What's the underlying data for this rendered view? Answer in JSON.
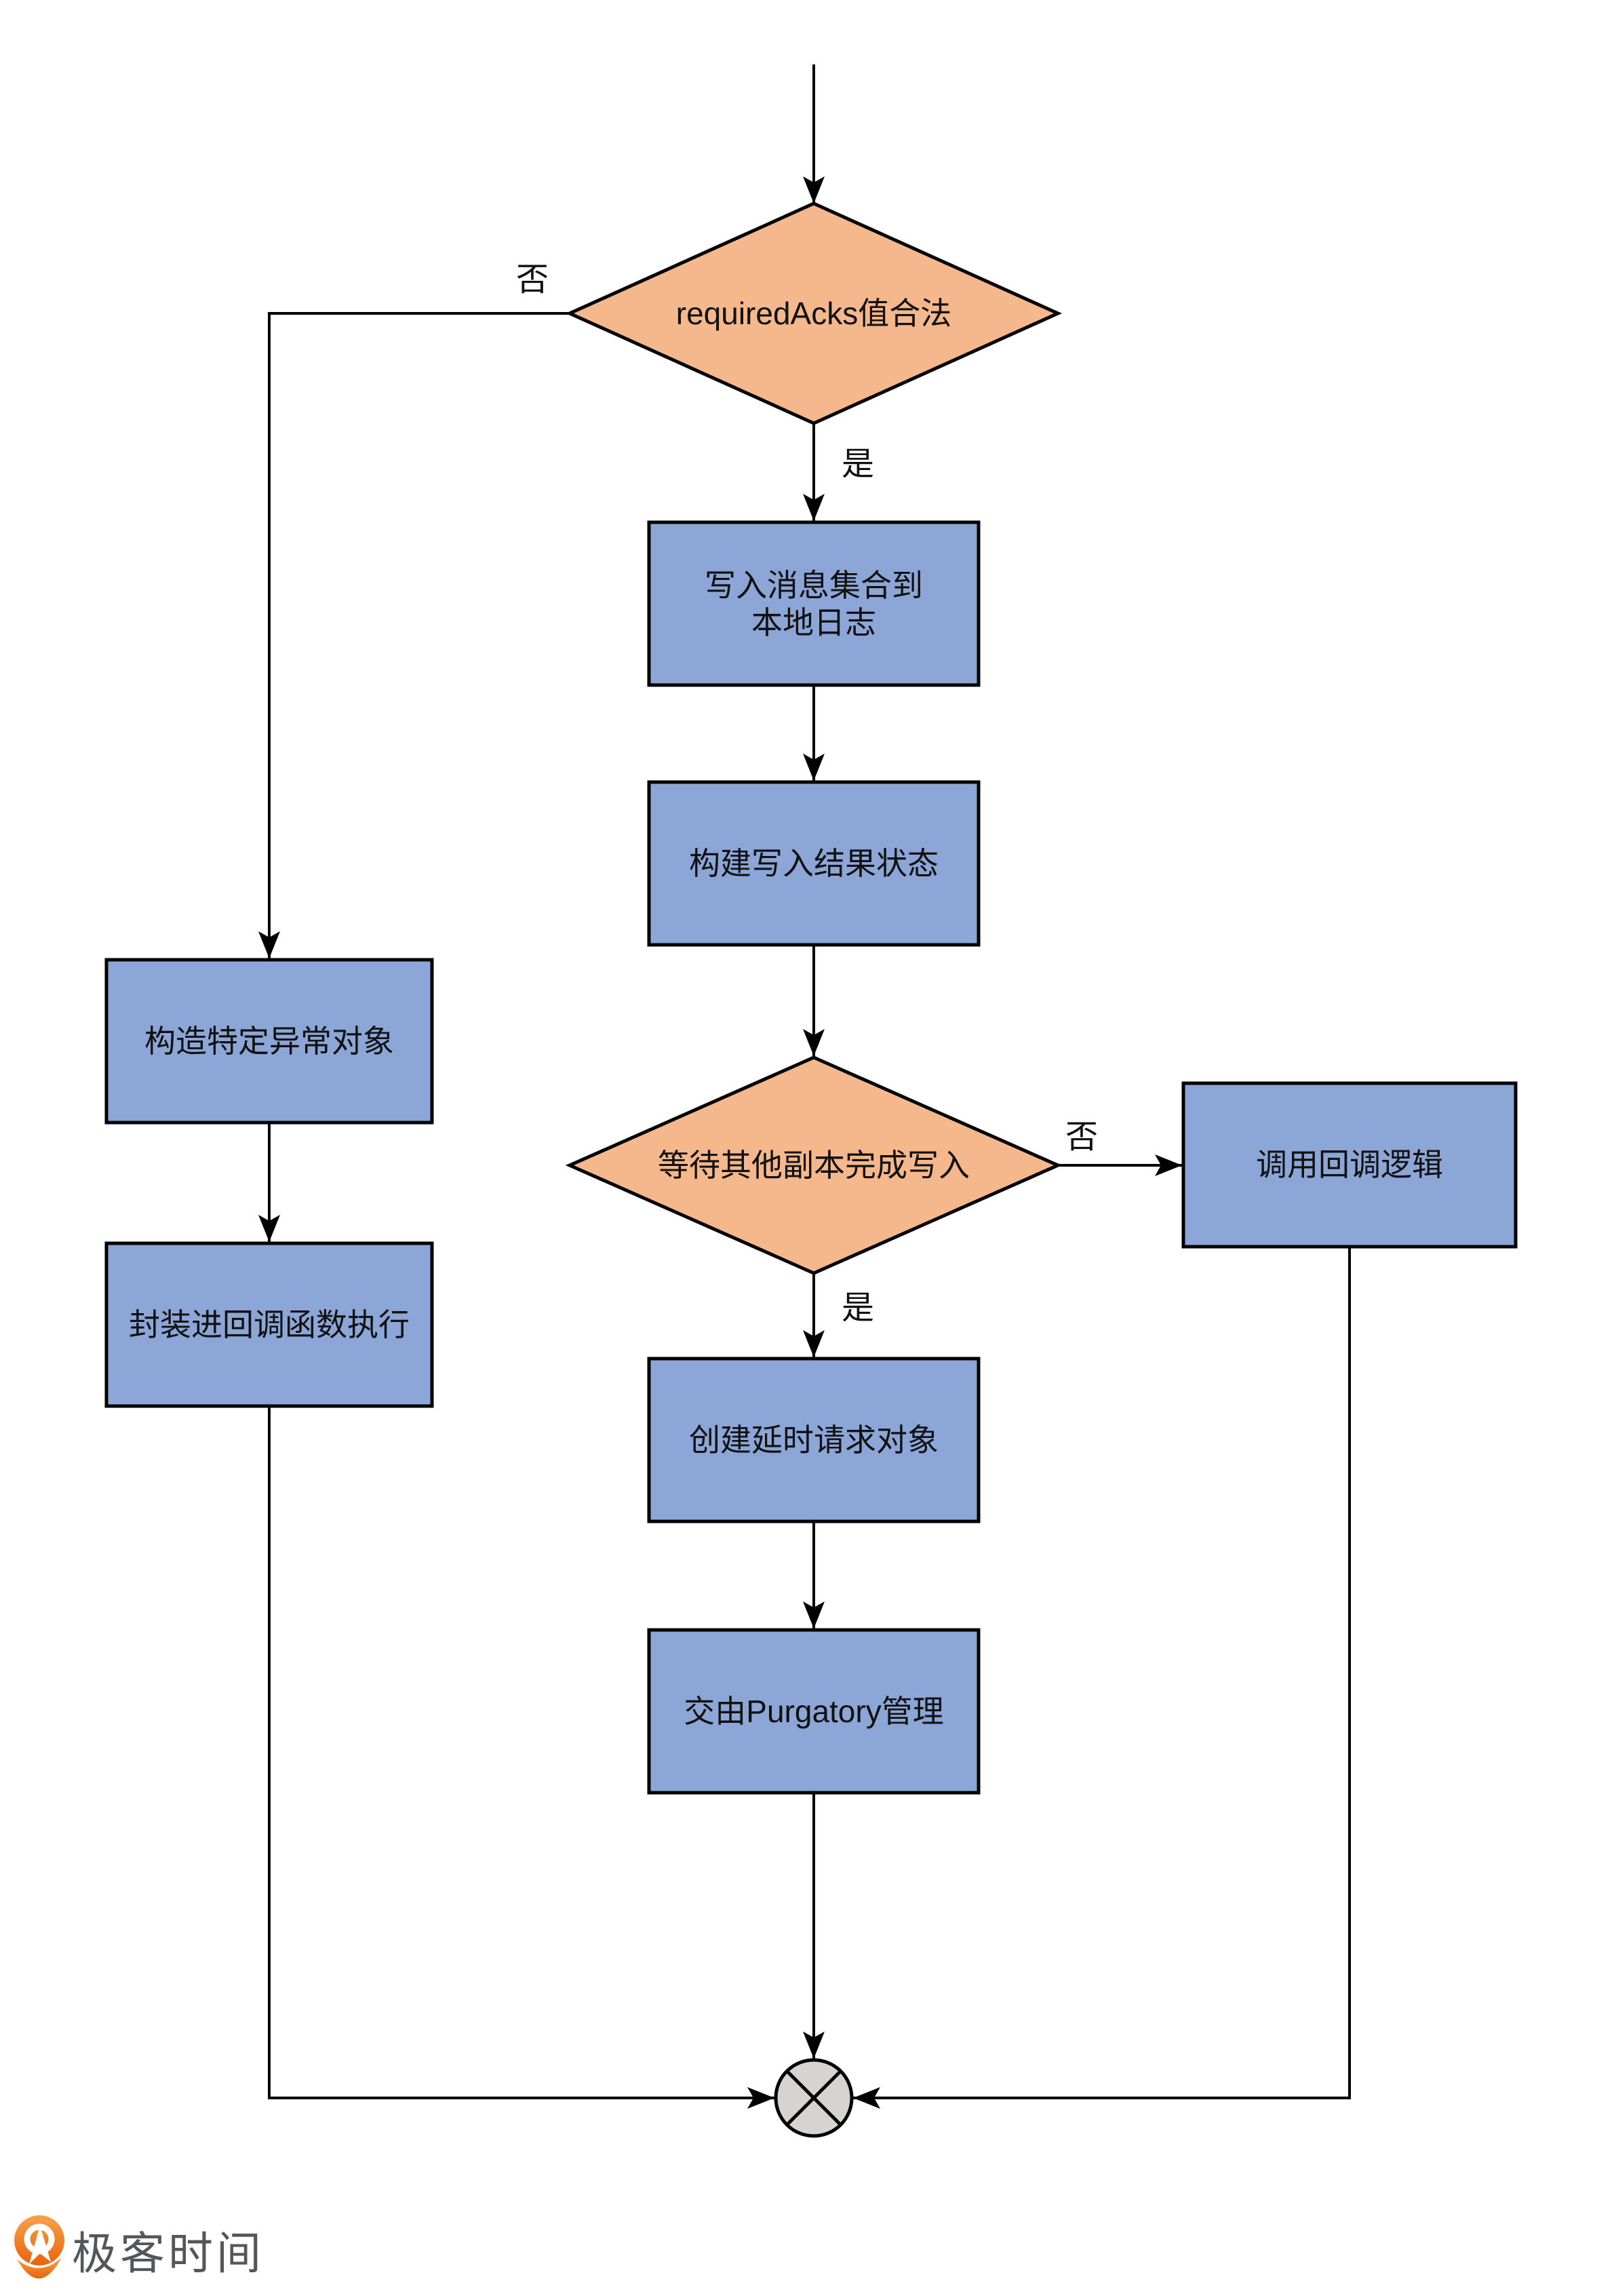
{
  "page": {
    "background": "#ffffff"
  },
  "colors": {
    "decision_fill": "#f5b88c",
    "process_fill": "#8ca6d7",
    "junction_fill": "#d6d4d2",
    "line_color": "#000000",
    "logo_orange_light": "#f7a24b",
    "logo_orange_dark": "#e8630d",
    "wordmark_color": "#54565b"
  },
  "nodes": {
    "decision_required_acks": "requiredAcks值合法",
    "write_local_log_line1": "写入消息集合到",
    "write_local_log_line2": "本地日志",
    "build_result_state": "构建写入结果状态",
    "decision_wait_replicas": "等待其他副本完成写入",
    "invoke_callback": "调用回调逻辑",
    "create_delayed_request": "创建延时请求对象",
    "purgatory_manage": "交由Purgatory管理",
    "build_exception": "构造特定异常对象",
    "wrap_callback_exec": "封装进回调函数执行"
  },
  "edge_labels": {
    "required_acks_no": "否",
    "required_acks_yes": "是",
    "wait_replicas_no": "否",
    "wait_replicas_yes": "是"
  },
  "footer": {
    "brand": "极客时间"
  }
}
